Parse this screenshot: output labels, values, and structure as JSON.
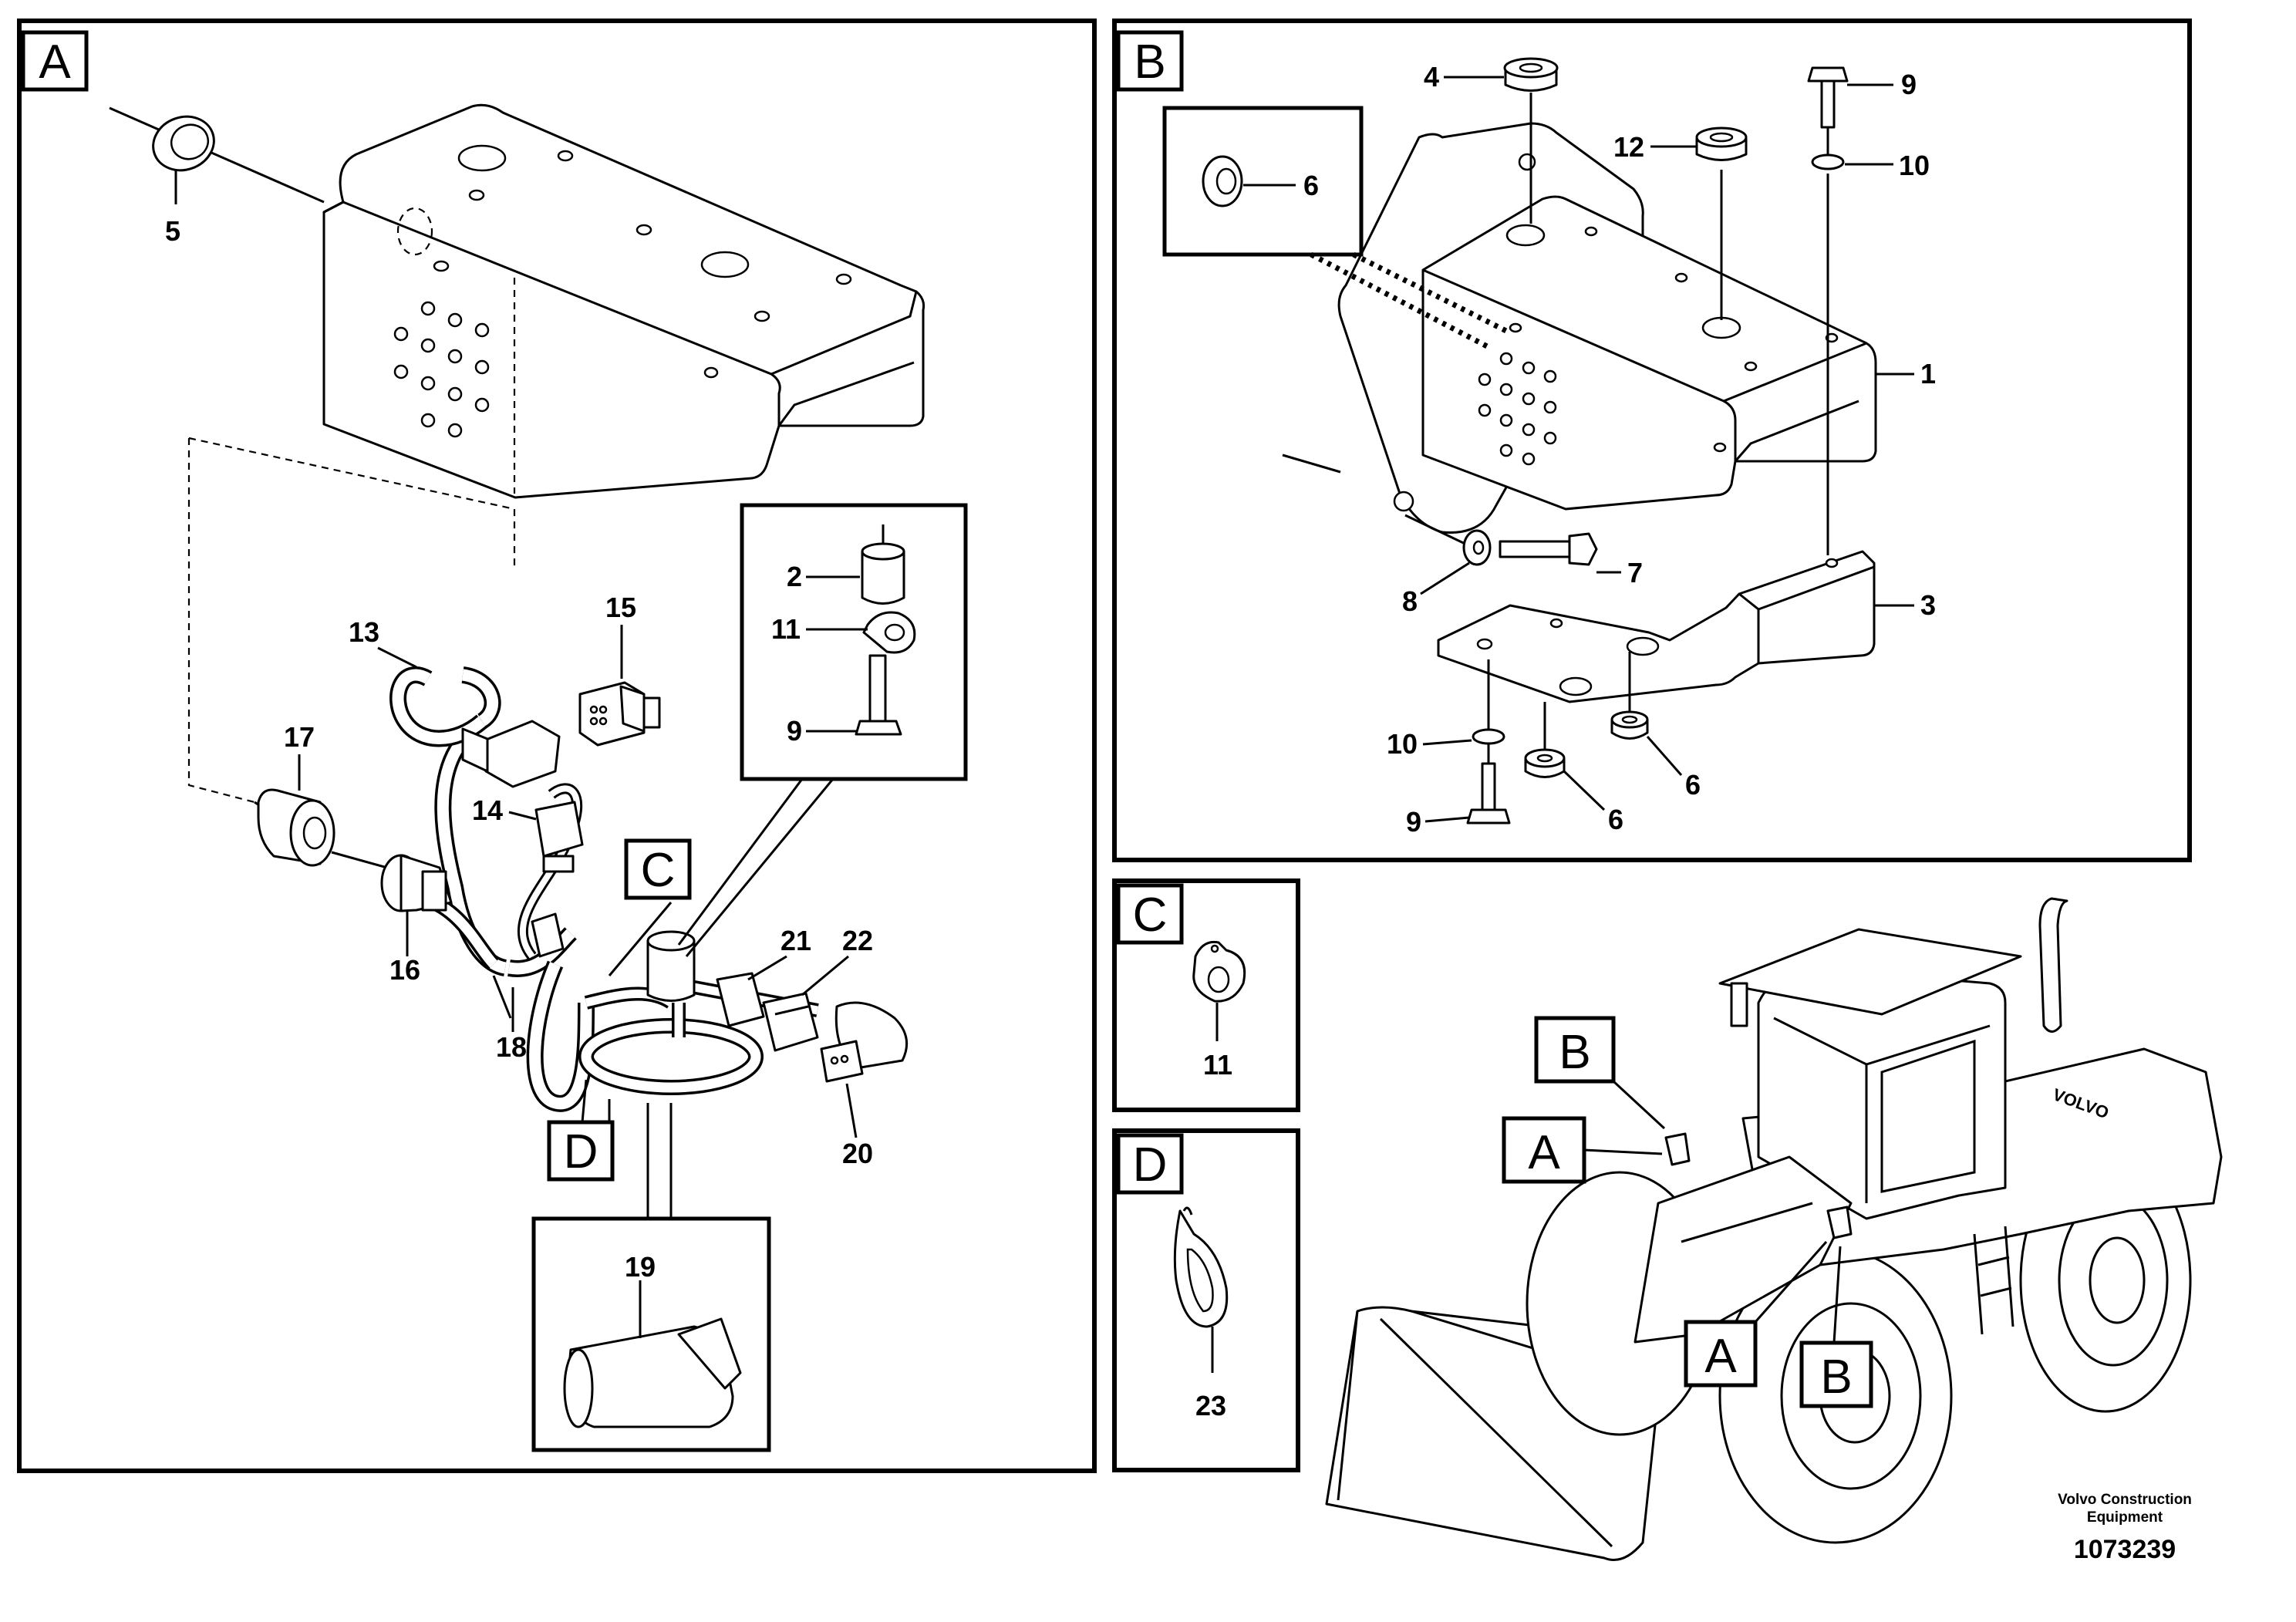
{
  "sections": {
    "A": "A",
    "B": "B",
    "C": "C",
    "D": "D"
  },
  "parts": {
    "p1": "1",
    "p2": "2",
    "p3": "3",
    "p4": "4",
    "p5": "5",
    "p6": "6",
    "p7": "7",
    "p8": "8",
    "p9": "9",
    "p10": "10",
    "p11": "11",
    "p12": "12",
    "p13": "13",
    "p14": "14",
    "p15": "15",
    "p16": "16",
    "p17": "17",
    "p18": "18",
    "p19": "19",
    "p20": "20",
    "p21": "21",
    "p22": "22",
    "p23": "23"
  },
  "machine_brand": "VOLVO",
  "footer": {
    "credit_line1": "Volvo Construction",
    "credit_line2": "Equipment",
    "document_number": "1073239"
  }
}
